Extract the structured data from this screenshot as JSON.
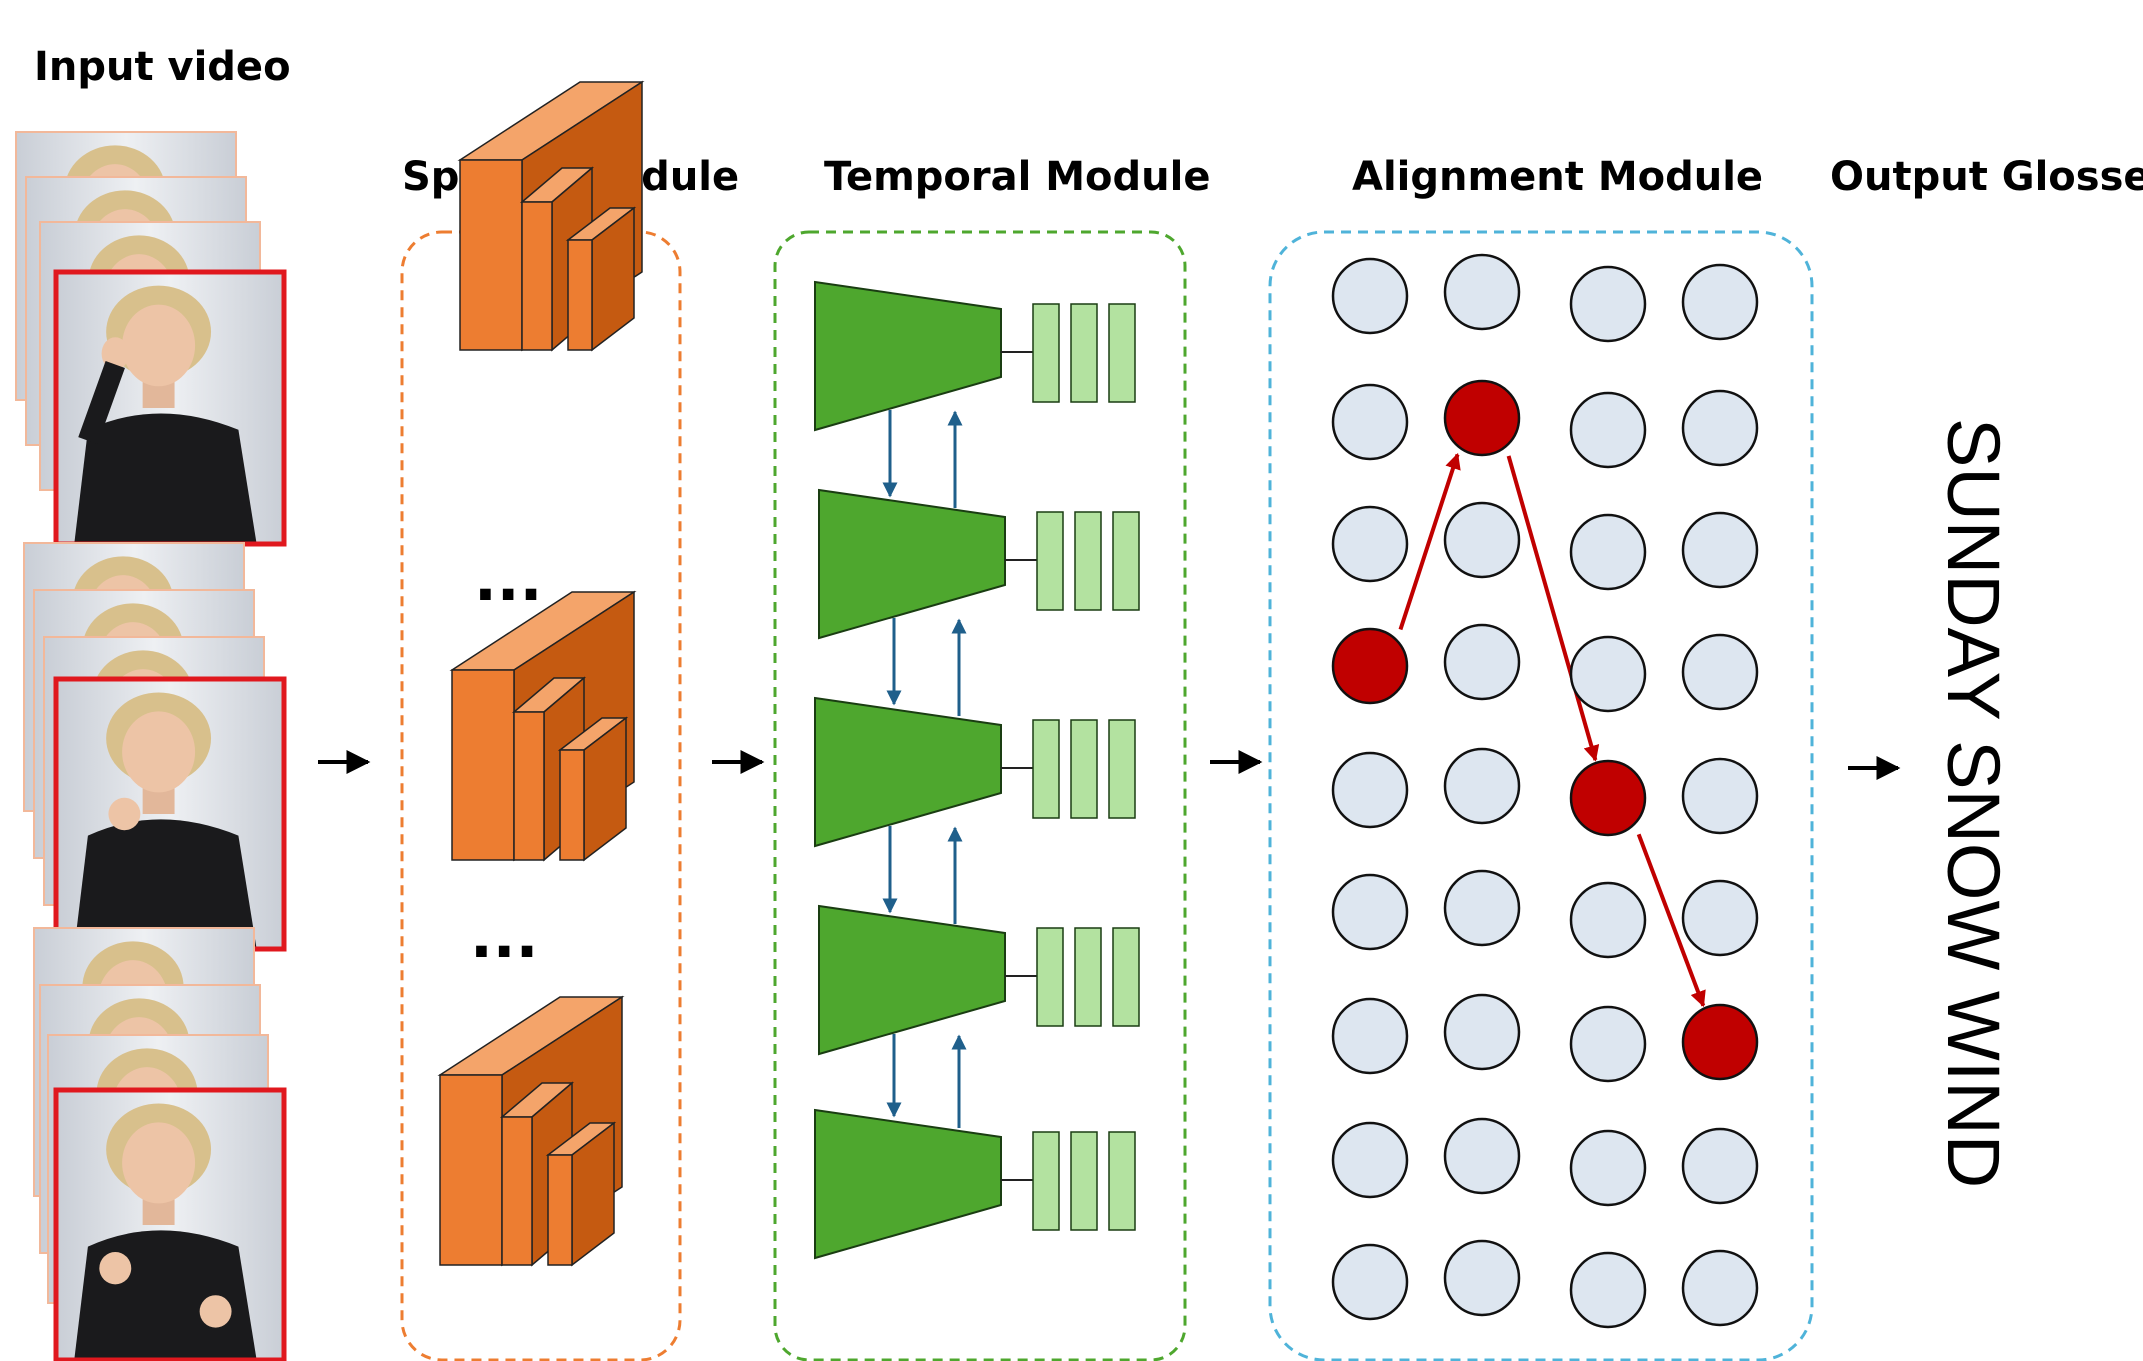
{
  "labels": {
    "input": "Input video",
    "spatial": "Spatial Module",
    "temporal": "Temporal Module",
    "alignment": "Alignment Module",
    "output": "Output Glosses"
  },
  "ellipsis": "...",
  "output_text": "SUNDAY SNOW WIND",
  "colors": {
    "spatial_border": "#ed7d31",
    "cube_front": "#ed7d31",
    "cube_top": "#f4a46a",
    "cube_side": "#c55a11",
    "temporal_border": "#4ea72e",
    "trapezoid": "#4ea72e",
    "feature_bar": "#b3e2a0",
    "link_arrow": "#1f5f8b",
    "alignment_border": "#4fb3d9",
    "node_inactive": "#dde6f0",
    "node_active": "#c00000",
    "frame_highlight": "#e0181e"
  },
  "alignment_grid": {
    "columns": 4,
    "rows": 9,
    "path": [
      [
        0,
        3
      ],
      [
        1,
        1
      ],
      [
        2,
        4
      ],
      [
        3,
        6
      ]
    ]
  },
  "video_groups": 3,
  "spatial_stacks": 3,
  "temporal_layers": 5
}
